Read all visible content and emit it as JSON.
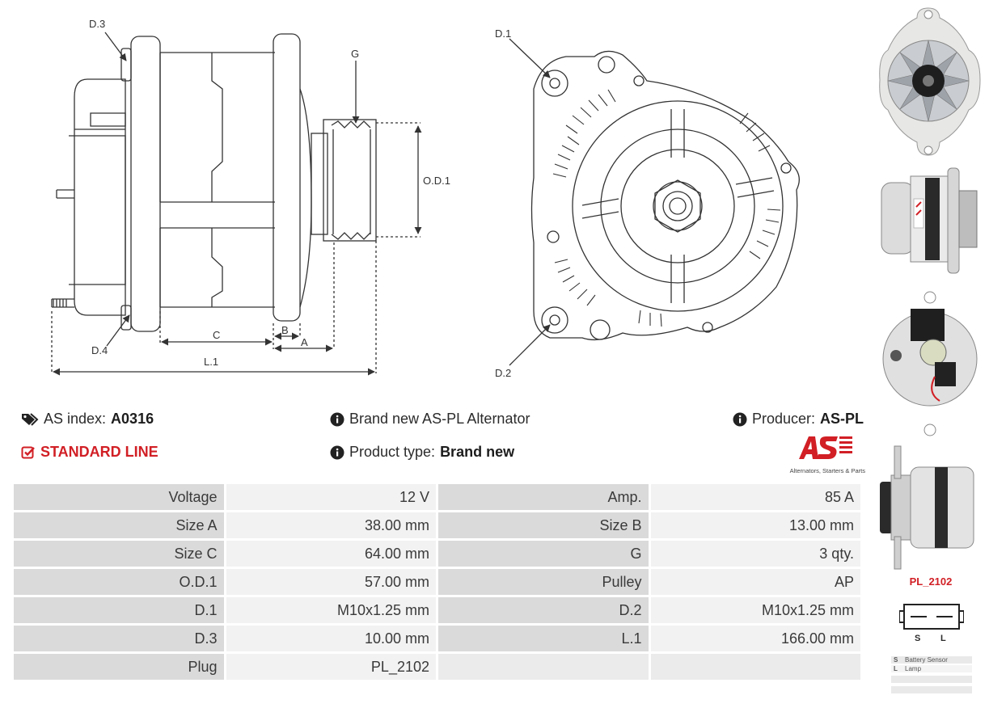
{
  "drawing": {
    "side_labels": {
      "d3": "D.3",
      "d4": "D.4",
      "g": "G",
      "od1": "O.D.1",
      "c": "C",
      "b": "B",
      "a": "A",
      "l1": "L.1"
    },
    "front_labels": {
      "d1": "D.1",
      "d2": "D.2"
    }
  },
  "info": {
    "as_index_label": "AS index:",
    "as_index_value": "A0316",
    "standard_line": "STANDARD LINE",
    "description": "Brand new AS-PL Alternator",
    "product_type_label": "Product type:",
    "product_type_value": "Brand new",
    "producer_label": "Producer:",
    "producer_value": "AS-PL",
    "logo_text": "AS",
    "logo_tagline": "Alternators, Starters & Parts"
  },
  "colors": {
    "accent_red": "#d11f25",
    "key_cell": "#dadada",
    "value_cell": "#f2f2f2"
  },
  "specs": [
    {
      "k1": "Voltage",
      "v1": "12 V",
      "k2": "Amp.",
      "v2": "85 A"
    },
    {
      "k1": "Size A",
      "v1": "38.00 mm",
      "k2": "Size B",
      "v2": "13.00 mm"
    },
    {
      "k1": "Size C",
      "v1": "64.00 mm",
      "k2": "G",
      "v2": "3 qty."
    },
    {
      "k1": "O.D.1",
      "v1": "57.00 mm",
      "k2": "Pulley",
      "v2": "AP"
    },
    {
      "k1": "D.1",
      "v1": "M10x1.25 mm",
      "k2": "D.2",
      "v2": "M10x1.25 mm"
    },
    {
      "k1": "D.3",
      "v1": "10.00 mm",
      "k2": "L.1",
      "v2": "166.00 mm"
    },
    {
      "k1": "Plug",
      "v1": "PL_2102",
      "k2": "",
      "v2": ""
    }
  ],
  "plug": {
    "name": "PL_2102",
    "pins": [
      "S",
      "L"
    ],
    "legend": [
      {
        "key": "S",
        "desc": "Battery Sensor"
      },
      {
        "key": "L",
        "desc": "Lamp"
      }
    ]
  },
  "icons": {
    "tag": "tag-icon",
    "check": "check-square-icon",
    "info": "info-circle-icon"
  }
}
